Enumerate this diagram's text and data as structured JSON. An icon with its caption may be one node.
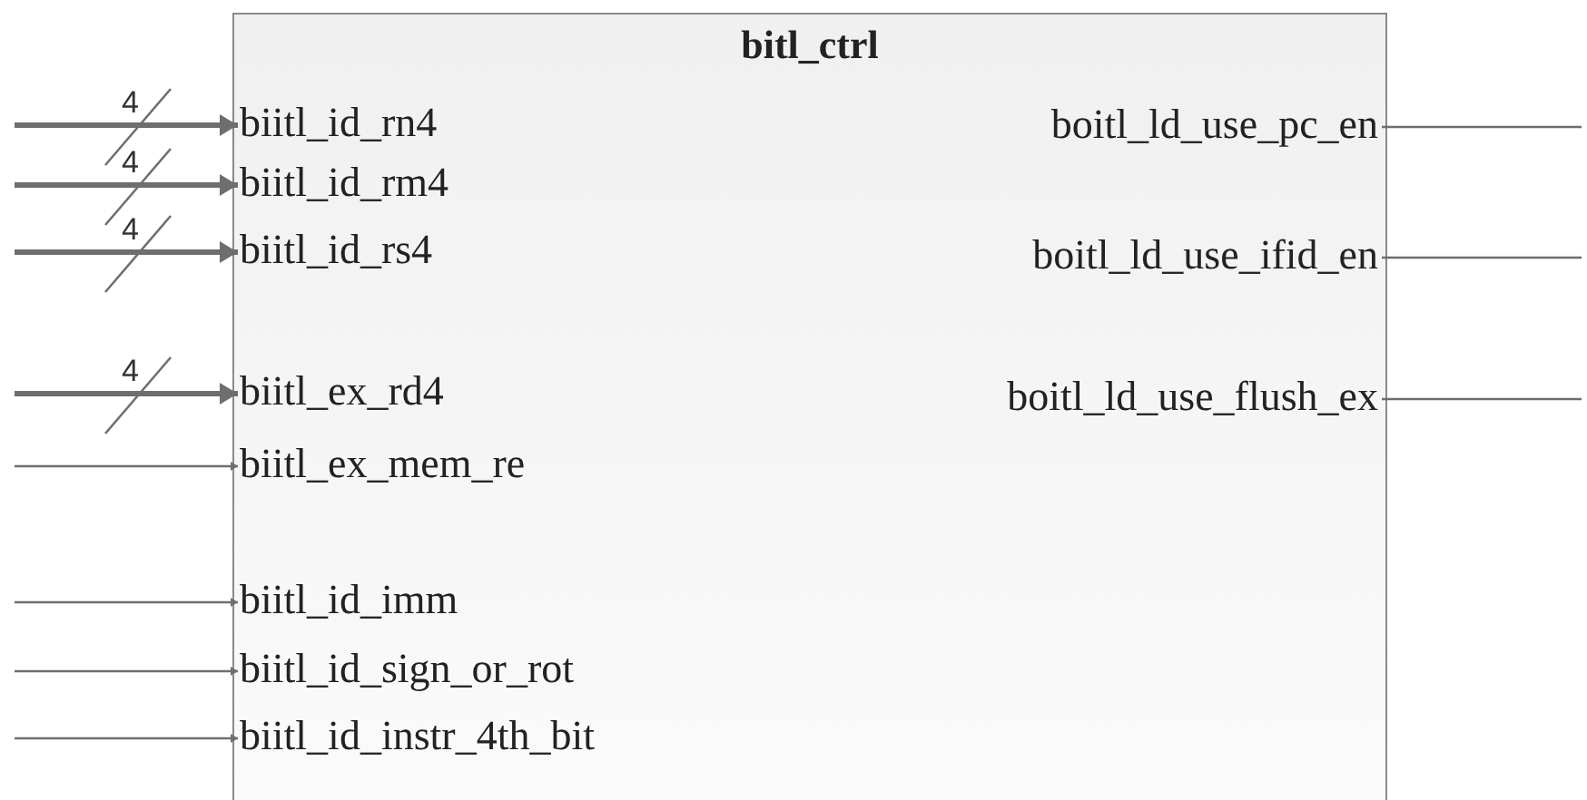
{
  "diagram": {
    "nodes": [
      {
        "text": [
          "bitl_ctrl"
        ]
      },
      {
        "text": [
          "biitl_id_rn4"
        ],
        "in": 0
      },
      {
        "text": [
          "biitl_id_rm4"
        ],
        "in": 0
      },
      {
        "text": [
          "biitl_id_rs4"
        ],
        "in": 0
      },
      {
        "text": [
          "biitl_ex_rd4"
        ],
        "in": 0
      },
      {
        "text": [
          "biitl_ex_mem_re"
        ],
        "in": 0
      },
      {
        "text": [
          "biitl_id_imm"
        ],
        "in": 0
      },
      {
        "text": [
          "biitl_id_sign_or_rot"
        ],
        "in": 0
      },
      {
        "text": [
          "biitl_id_instr_4th_bit"
        ],
        "in": 0
      },
      {
        "text": [
          "boitl_ld_use_pc_en"
        ],
        "in": 0
      },
      {
        "text": [
          "boitl_ld_use_ifid_en"
        ],
        "in": 0
      },
      {
        "text": [
          "boitl_ld_use_flush_ex"
        ],
        "in": 0
      }
    ],
    "edges": [
      {
        "from": null,
        "to": 1,
        "arrow": "to",
        "label": "4",
        "style": "thick"
      },
      {
        "from": null,
        "to": 2,
        "arrow": "to",
        "label": "4",
        "style": "thick"
      },
      {
        "from": null,
        "to": 3,
        "arrow": "to",
        "label": "4",
        "style": "thick"
      },
      {
        "from": null,
        "to": 4,
        "arrow": "to",
        "label": "4",
        "style": "thick"
      },
      {
        "from": null,
        "to": 5,
        "arrow": "to"
      },
      {
        "from": null,
        "to": 6,
        "arrow": "to"
      },
      {
        "from": null,
        "to": 7,
        "arrow": "to"
      },
      {
        "from": null,
        "to": 8,
        "arrow": "to"
      },
      {
        "from": 9,
        "to": null,
        "arrow": "none"
      },
      {
        "from": 10,
        "to": null,
        "arrow": "none"
      },
      {
        "from": 11,
        "to": null,
        "arrow": "none"
      }
    ]
  }
}
